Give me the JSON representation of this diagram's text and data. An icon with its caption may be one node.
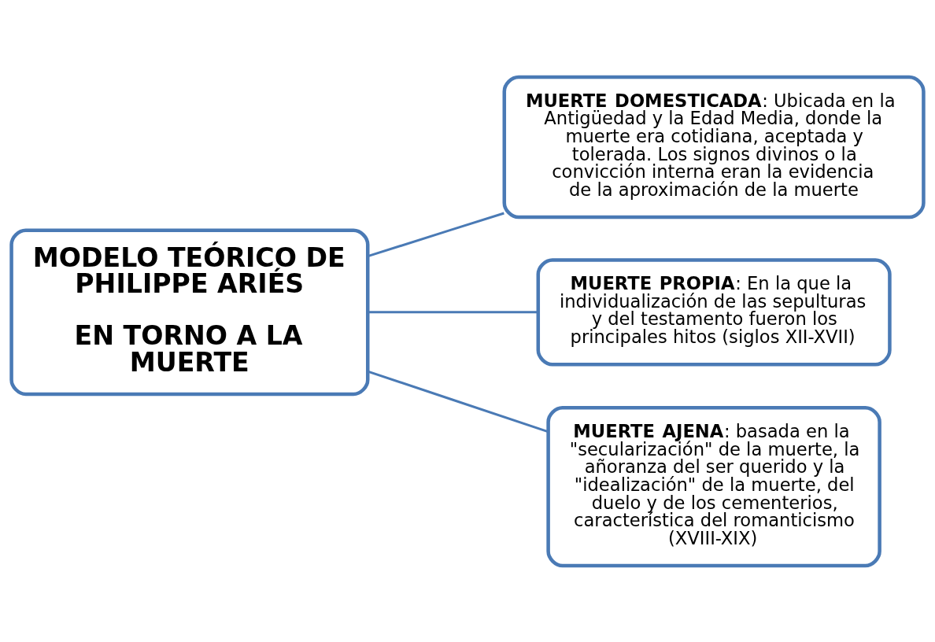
{
  "diagram": {
    "nodes": [
      {
        "text": [
          "MODELO TEÓRICO DE PHILIPPE ARIÉS",
          "EN TORNO A LA MUERTE"
        ]
      },
      {
        "text": [
          "**MUERTE DOMESTICADA**: Ubicada en la Antigüedad y la Edad Media, donde la muerte era cotidiana, aceptada y tolerada. Los signos divinos o la convicción interna eran la evidencia de la aproximación de la muerte"
        ]
      },
      {
        "text": [
          "**MUERTE PROPIA**: En la que la individualización de las sepulturas y del testamento fueron los principales hitos (siglos XII-XVII)"
        ]
      },
      {
        "text": [
          "**MUERTE AJENA**: basada en la \"secularización\" de la muerte, la añoranza del ser querido y la \"idealización\" de la muerte, del duelo y de los cementerios, característica del romanticismo (XVIII-XIX)"
        ]
      }
    ],
    "edges": [
      {
        "from": 0,
        "to": 1,
        "arrow": "none"
      },
      {
        "from": 0,
        "to": 2,
        "arrow": "none"
      },
      {
        "from": 0,
        "to": 3,
        "arrow": "none"
      }
    ]
  }
}
